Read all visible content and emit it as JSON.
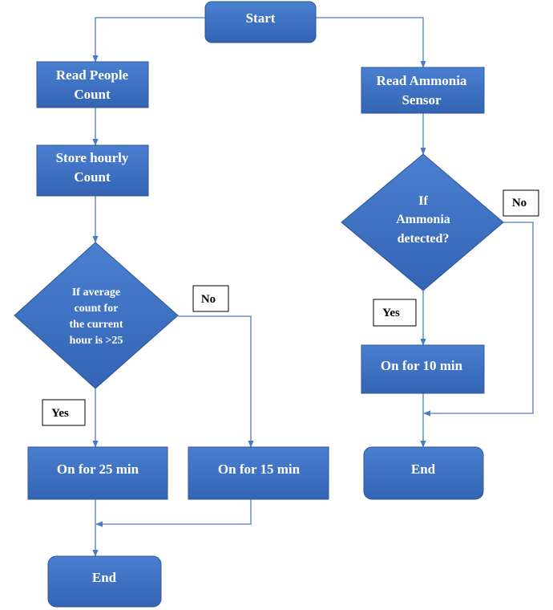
{
  "flowchart": {
    "start": "Start",
    "read_people_count": [
      "Read People",
      "Count"
    ],
    "store_hourly_count": [
      "Store hourly",
      "Count"
    ],
    "average_decision": [
      "If average",
      "count for",
      "the current",
      "hour is >25"
    ],
    "average_yes_label": "Yes",
    "average_no_label": "No",
    "on_25": "On for 25 min",
    "on_15": "On for 15 min",
    "end_left": "End",
    "read_ammonia_sensor": [
      "Read Ammonia",
      "Sensor"
    ],
    "ammonia_decision": [
      "If",
      "Ammonia",
      "detected?"
    ],
    "ammonia_yes_label": "Yes",
    "ammonia_no_label": "No",
    "on_10": "On for 10 min",
    "end_right": "End"
  },
  "colors": {
    "box_fill": "#3f71c2",
    "box_stroke": "#2f5597",
    "connector": "#4a7cc4",
    "label_border": "#000000"
  }
}
